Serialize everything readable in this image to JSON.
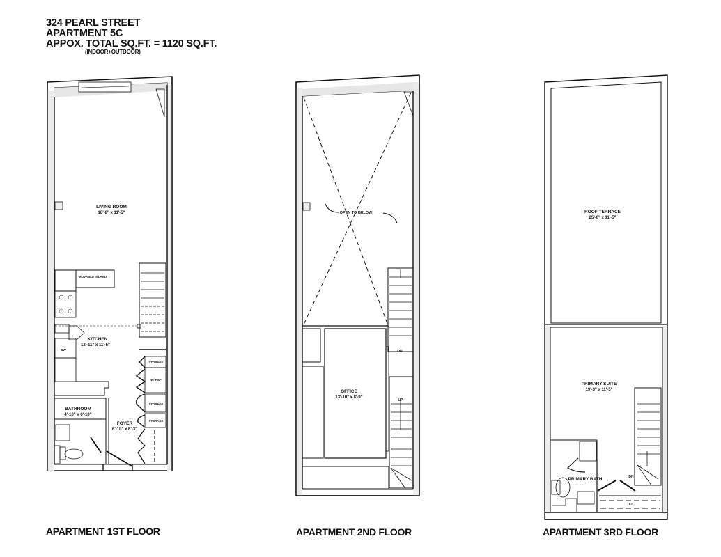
{
  "header": {
    "address": "324 PEARL STREET",
    "unit": "APARTMENT 5C",
    "total_sqft": "APPOX. TOTAL SQ.FT.  = 1120 SQ.FT.",
    "sqft_note": "(INDOOR+OUTDOOR)"
  },
  "floors": [
    {
      "label": "APARTMENT 1ST FLOOR",
      "rooms": [
        {
          "name": "LIVING ROOM",
          "dims": "18'-8\" x 11'-5\""
        },
        {
          "name": "KITCHEN",
          "dims": "12'-11\" x 11'-5\""
        },
        {
          "name": "BATHROOM",
          "dims": "4'-10\" x 6'-10\""
        },
        {
          "name": "FOYER",
          "dims": "6'-10\" x 6'-3\""
        }
      ],
      "fixtures": [
        "MOVABLE ISLAND",
        "DW",
        "STORAGE",
        "W/ REF",
        "STORAGE",
        "STORAGE"
      ]
    },
    {
      "label": "APARTMENT 2ND FLOOR",
      "rooms": [
        {
          "name": "OFFICE",
          "dims": "13'-10\" x 8'-9\""
        }
      ],
      "annotations": [
        "OPEN TO BELOW",
        "DN",
        "UP"
      ]
    },
    {
      "label": "APARTMENT 3RD FLOOR",
      "rooms": [
        {
          "name": "ROOF TERRACE",
          "dims": "25'-0\" x 11'-5\""
        },
        {
          "name": "PRIMARY SUITE",
          "dims": "19'-3\" x 11'-5\""
        },
        {
          "name": "PRIMARY BATH",
          "dims": ""
        }
      ],
      "annotations": [
        "DN",
        "CL"
      ]
    }
  ]
}
